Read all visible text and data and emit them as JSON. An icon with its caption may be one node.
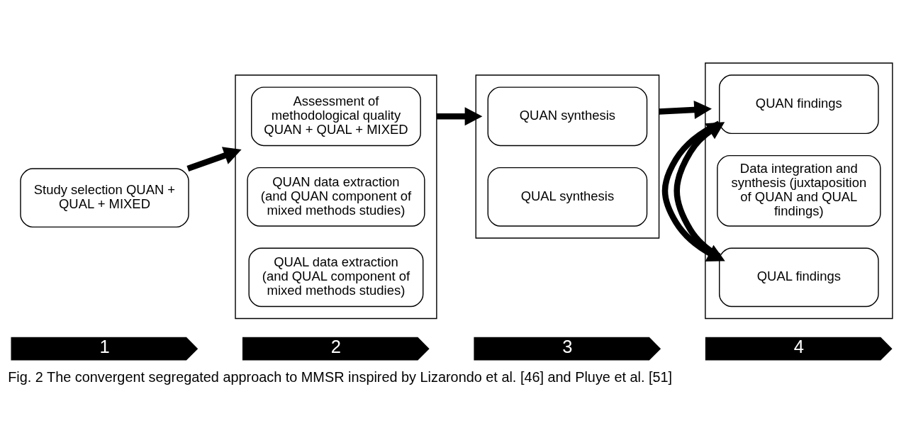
{
  "diagram": {
    "caption": "Fig. 2 The convergent segregated approach to MMSR inspired by Lizarondo et al. [46] and Pluye et al. [51]",
    "nodes": [
      {
        "text": [
          "1"
        ]
      },
      {
        "text": [
          "2"
        ]
      },
      {
        "text": [
          "3"
        ]
      },
      {
        "text": [
          "4"
        ]
      },
      {
        "text": [
          "Study selection QUAN + QUAL + MIXED"
        ]
      },
      {
        "text": [],
        "shape": "box"
      },
      {
        "text": [
          "Assessment of methodological quality QUAN + QUAL + MIXED"
        ],
        "in": 5
      },
      {
        "text": [
          "QUAN data extraction (and QUAN component of mixed methods studies)"
        ],
        "in": 5
      },
      {
        "text": [
          "QUAL data extraction (and QUAL component of mixed methods studies)"
        ],
        "in": 5
      },
      {
        "text": [],
        "shape": "box"
      },
      {
        "text": [
          "QUAN synthesis"
        ],
        "in": 9
      },
      {
        "text": [
          "QUAL synthesis"
        ],
        "in": 9
      },
      {
        "text": [],
        "shape": "box"
      },
      {
        "text": [
          "QUAN findings"
        ],
        "in": 12
      },
      {
        "text": [
          "Data integration and synthesis (juxtaposition of QUAN and QUAL findings)"
        ],
        "in": 12
      },
      {
        "text": [
          "QUAL findings"
        ],
        "in": 12
      }
    ],
    "edges": [
      {
        "from": 4,
        "to": 5,
        "arrow": "to"
      },
      {
        "from": 5,
        "to": 9,
        "arrow": "to"
      },
      {
        "from": 9,
        "to": 12,
        "arrow": "to"
      },
      {
        "from": 15,
        "to": 13,
        "arrow": "to"
      },
      {
        "from": 13,
        "to": 15,
        "arrow": "to"
      }
    ]
  }
}
